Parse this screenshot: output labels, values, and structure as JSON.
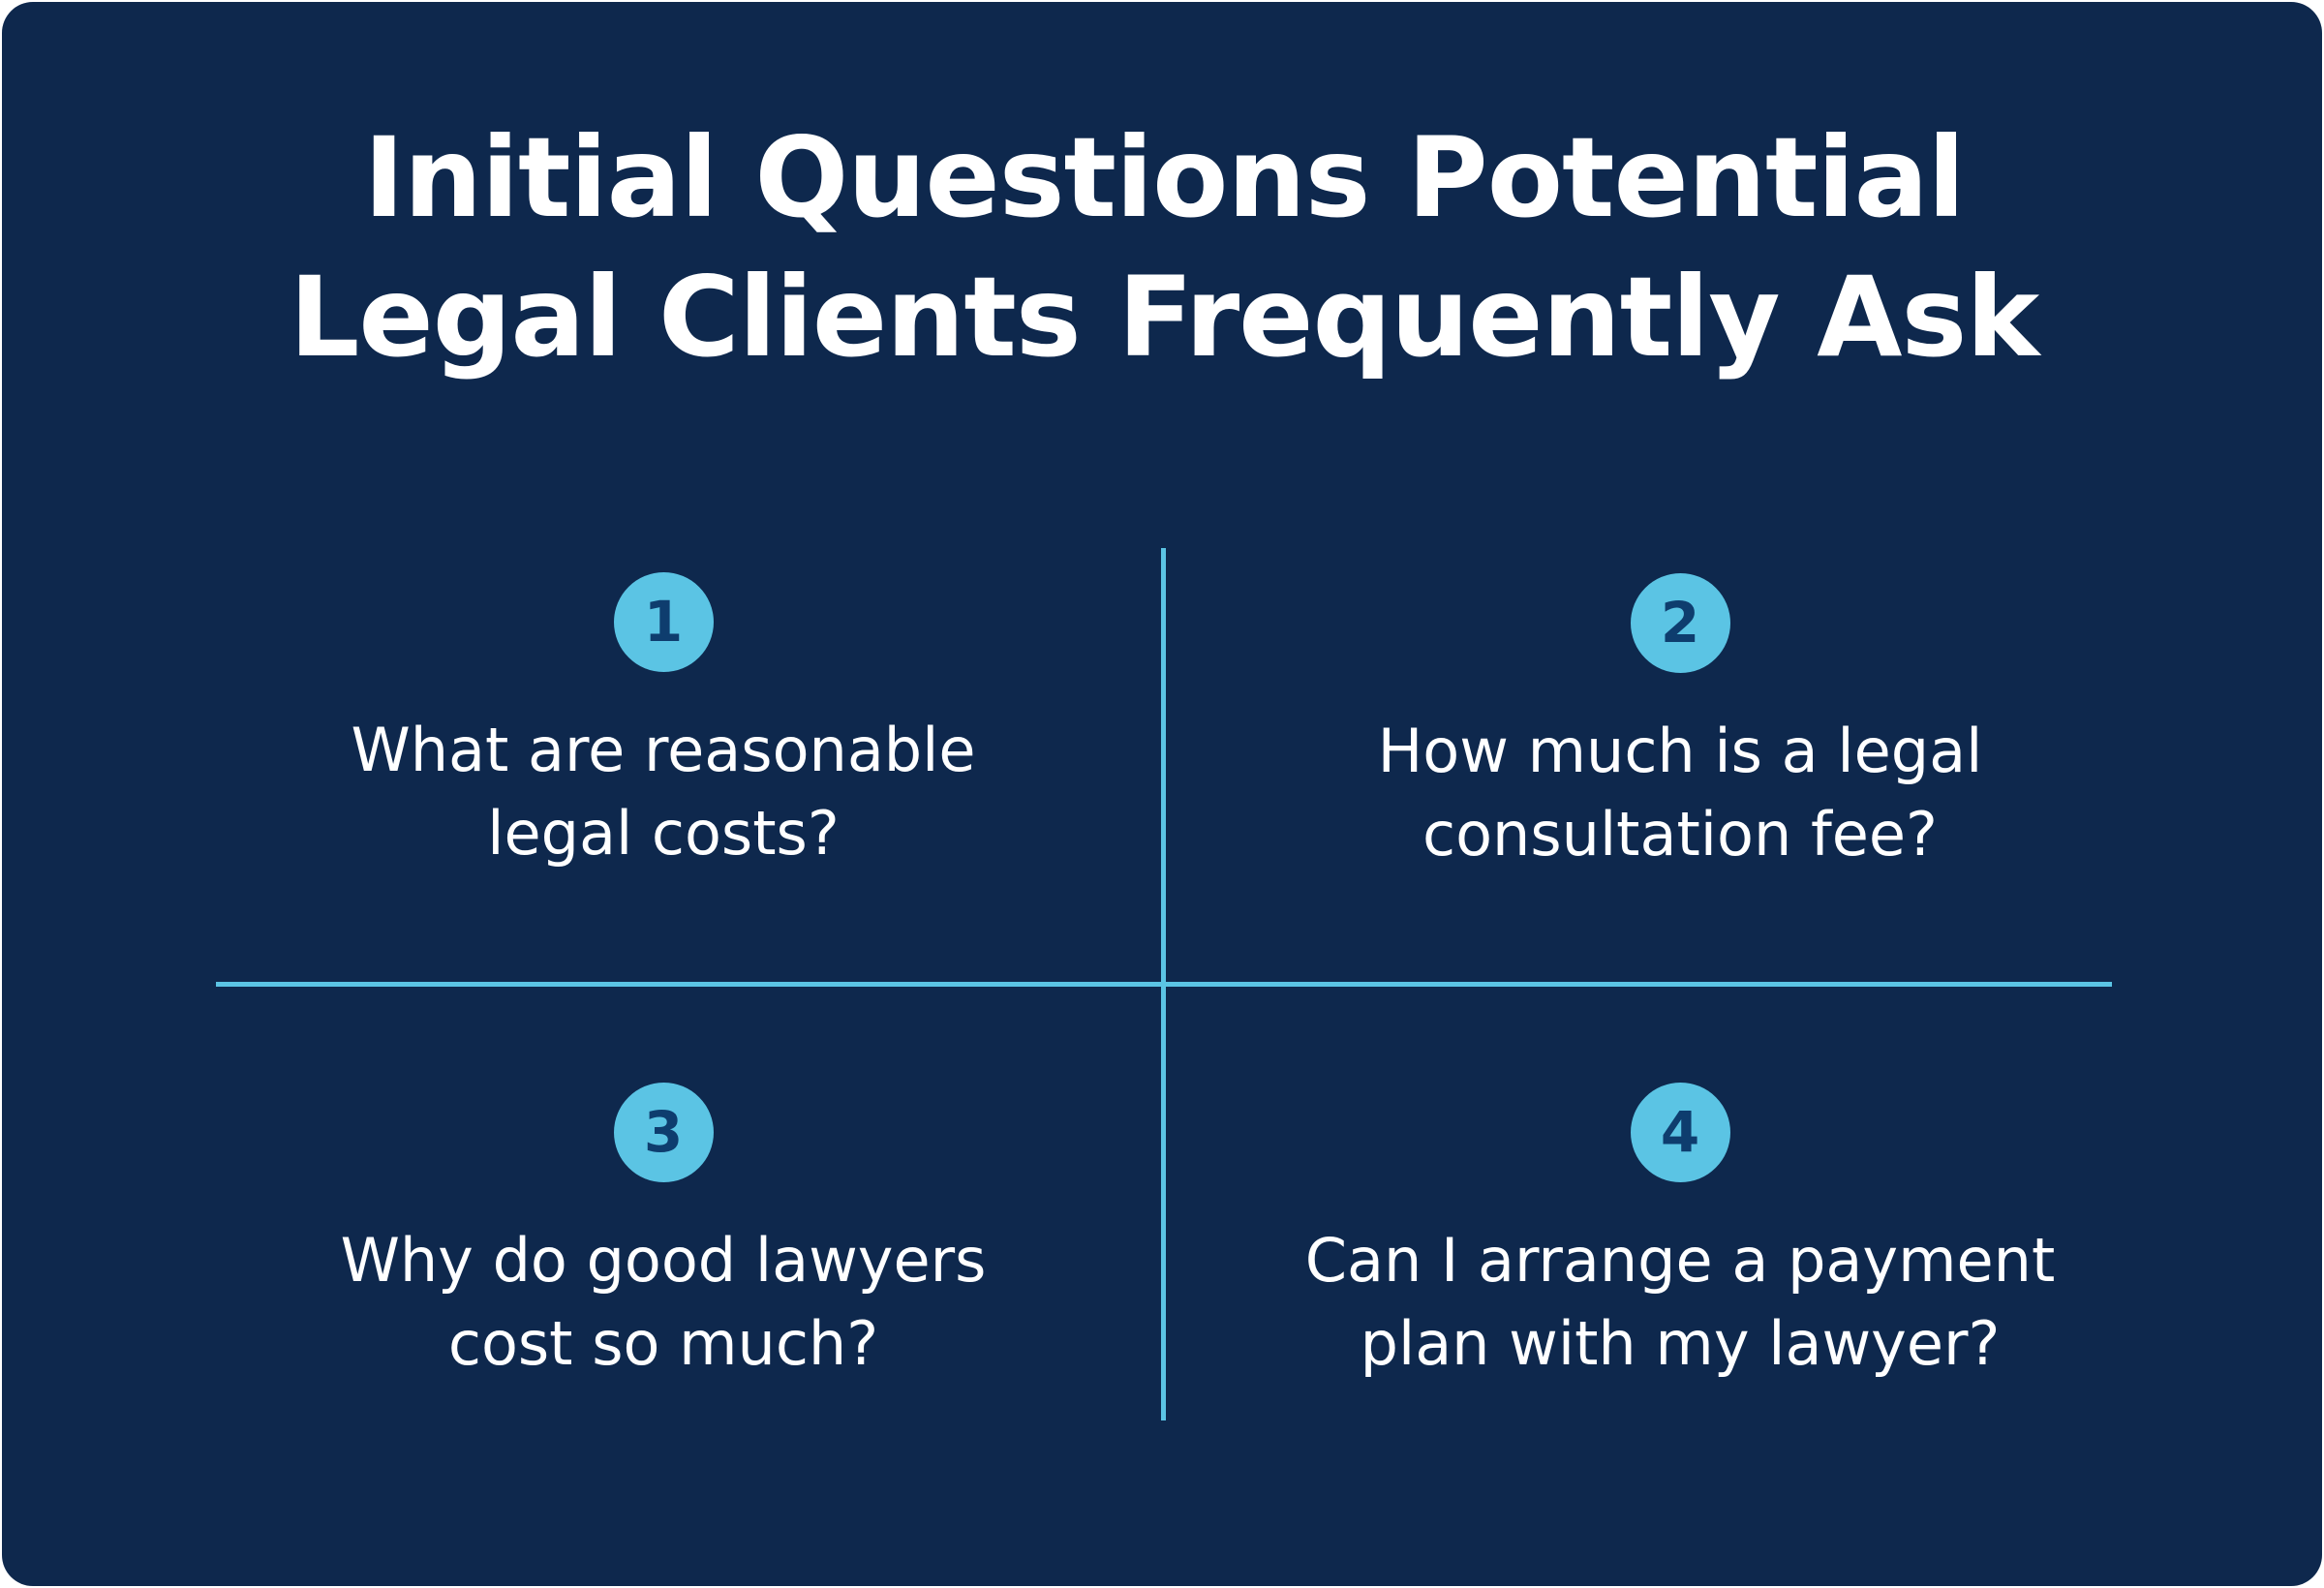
{
  "title": {
    "lines": [
      "Initial Questions Potential",
      "Legal Clients Frequently Ask"
    ]
  },
  "colors": {
    "background": "#0e284d",
    "accent": "#5bc4e4",
    "badge_text": "#0e3d6e",
    "text": "#ffffff"
  },
  "questions": [
    {
      "number": "1",
      "lines": [
        "What are reasonable",
        "legal costs?"
      ]
    },
    {
      "number": "2",
      "lines": [
        "How much is a legal",
        "consultation fee?"
      ]
    },
    {
      "number": "3",
      "lines": [
        "Why do good lawyers",
        "cost so much?"
      ]
    },
    {
      "number": "4",
      "lines": [
        "Can I arrange a payment",
        "plan with my lawyer?"
      ]
    }
  ]
}
